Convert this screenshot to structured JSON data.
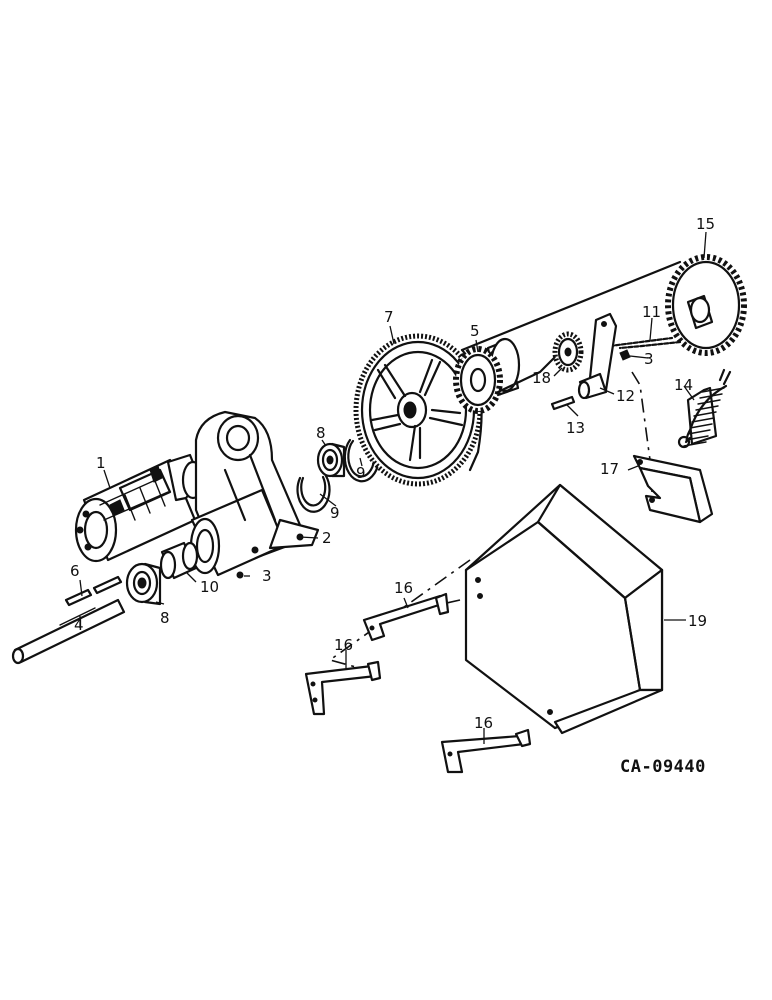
{
  "diagram": {
    "drawing_code": "CA-09440",
    "callouts": {
      "c1": "1",
      "c2": "2",
      "c3a": "3",
      "c3b": "3",
      "c4": "4",
      "c5": "5",
      "c6": "6",
      "c7": "7",
      "c8a": "8",
      "c8b": "8",
      "c9a": "9",
      "c9b": "9",
      "c10": "10",
      "c11": "11",
      "c12": "12",
      "c13": "13",
      "c14": "14",
      "c15": "15",
      "c16a": "16",
      "c16b": "16",
      "c16c": "16",
      "c17": "17",
      "c18": "18",
      "c19": "19"
    }
  }
}
